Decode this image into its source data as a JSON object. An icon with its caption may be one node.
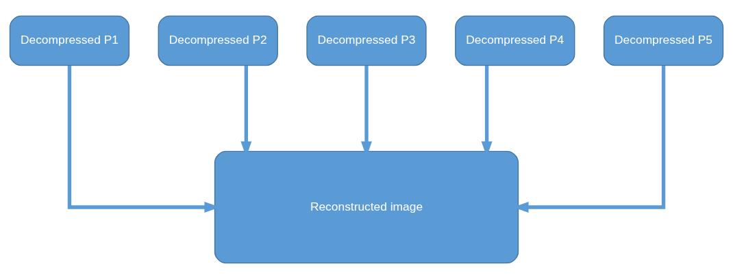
{
  "diagram": {
    "nodes": [
      {
        "text": [
          "Decompressed P1"
        ]
      },
      {
        "text": [
          "Decompressed P2"
        ]
      },
      {
        "text": [
          "Decompressed P3"
        ]
      },
      {
        "text": [
          "Decompressed P4"
        ]
      },
      {
        "text": [
          "Decompressed P5"
        ]
      },
      {
        "text": [
          "Reconstructed image"
        ]
      }
    ],
    "edges": [
      {
        "from": 0,
        "to": 5,
        "arrow": "to"
      },
      {
        "from": 1,
        "to": 5,
        "arrow": "to"
      },
      {
        "from": 2,
        "to": 5,
        "arrow": "to"
      },
      {
        "from": 3,
        "to": 5,
        "arrow": "to"
      },
      {
        "from": 4,
        "to": 5,
        "arrow": "to"
      }
    ]
  }
}
